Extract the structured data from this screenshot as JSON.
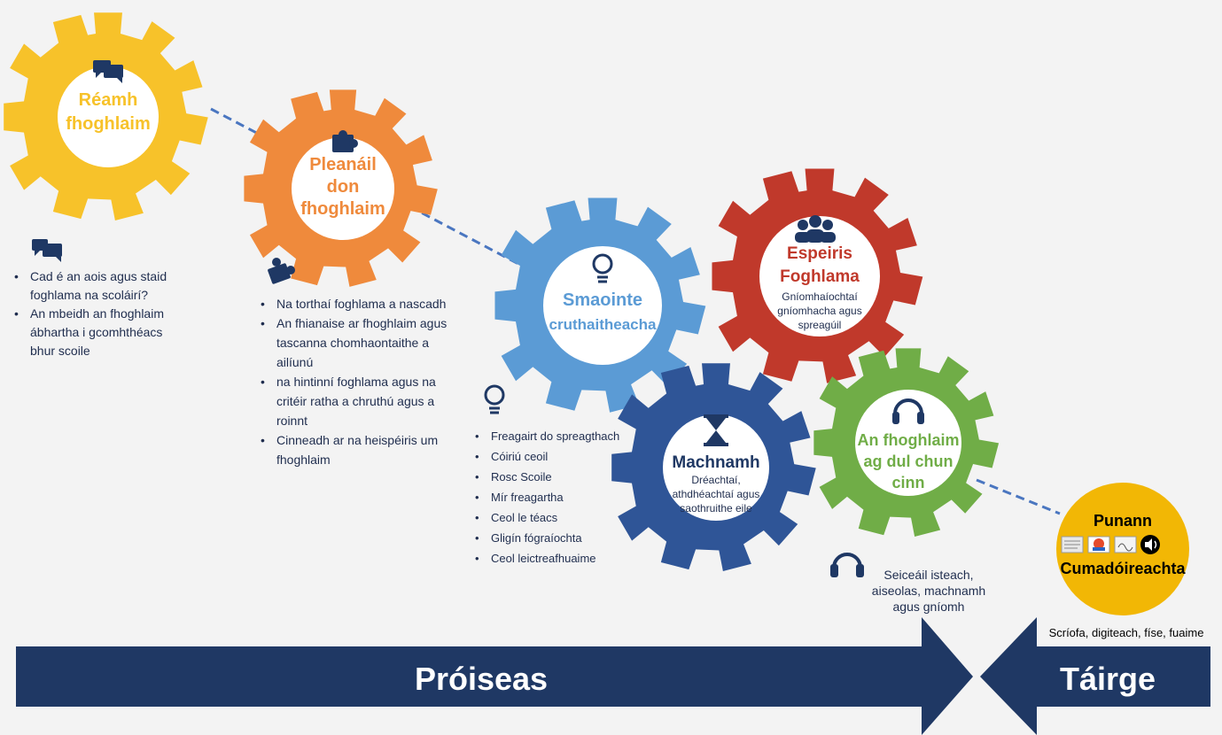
{
  "colors": {
    "background": "#f3f3f3",
    "navy": "#1f3864",
    "dark_text": "#1f2d4e",
    "yellow": "#f7c22a",
    "orange": "#ef8a3c",
    "light_blue": "#5b9bd5",
    "red": "#c0392b",
    "dark_blue": "#2f5597",
    "green": "#70ad47",
    "gold_circle": "#f2b705"
  },
  "gears": [
    {
      "id": "reamh",
      "lines": [
        "Réamh",
        "fhoghlaim"
      ],
      "icon": "speech-bubbles-icon"
    },
    {
      "id": "pleanail",
      "lines": [
        "Pleanáil",
        "don",
        "fhoghlaim"
      ],
      "icon": "puzzle-piece-icon"
    },
    {
      "id": "smaointe",
      "lines": [
        "Smaointe",
        "cruthaitheacha"
      ],
      "icon": "lightbulb-icon"
    },
    {
      "id": "espeiris",
      "lines": [
        "Espeiris",
        "Foghlama"
      ],
      "subtitle": [
        "Gníomhaíochtaí",
        "gníomhacha agus",
        "spreagúil"
      ],
      "icon": "group-people-icon"
    },
    {
      "id": "machnamh",
      "lines": [
        "Machnamh"
      ],
      "subtitle": [
        "Dréachtaí,",
        "athdhéachtaí agus",
        "saothruithe eile"
      ],
      "icon": "hourglass-icon"
    },
    {
      "id": "fhoghlaim",
      "lines": [
        "An fhoghlaim",
        "ag dul chun",
        "cinn"
      ],
      "icon": "headphones-icon"
    }
  ],
  "lists": {
    "reamh": [
      "Cad é an aois agus staid foghlama na scoláirí?",
      "An mbeidh an fhoghlaim ábhartha i gcomhthéacs bhur scoile"
    ],
    "pleanail": [
      "Na torthaí foghlama a nascadh",
      "An fhianaise ar fhoghlaim agus tascanna chomhaontaithe a ailíunú",
      "na hintinní foghlama agus na critéir ratha a chruthú agus a roinnt",
      "Cinneadh ar na heispéiris um fhoghlaim"
    ],
    "smaointe": [
      "Freagairt do spreagthach",
      "Cóiriú ceoil",
      "Rosc Scoile",
      "Mír freagartha",
      "Ceol le téacs",
      "Gligín fógraíochta",
      "Ceol leictreafhuaime"
    ]
  },
  "fhoghlaim_note": "Seiceáil isteach, aiseolas, machnamh agus gníomh",
  "punann": {
    "title": "Punann",
    "subtitle": "Cumadóireachta"
  },
  "formats_caption": "Scríofa, digiteach, físe, fuaime",
  "process_label": "Próiseas",
  "product_label": "Táirge"
}
